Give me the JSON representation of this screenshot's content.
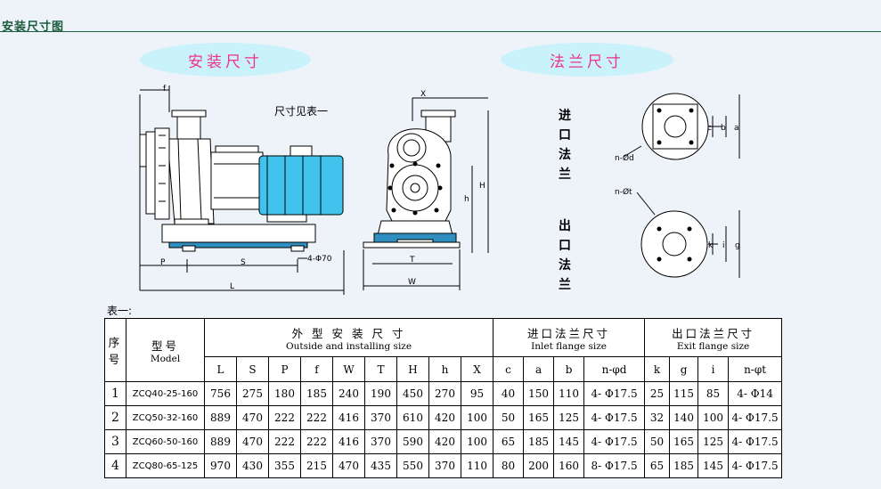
{
  "header": {
    "title": "安装尺寸图"
  },
  "section_labels": {
    "install": "安装尺寸",
    "flange": "法兰尺寸"
  },
  "drawing_labels": {
    "see_table": "尺寸见表一",
    "f": "f",
    "P": "P",
    "S": "S",
    "L": "L",
    "anchor": "4-Φ70",
    "X": "X",
    "H": "H",
    "h": "h",
    "T": "T",
    "W": "W",
    "inlet_flange": "进口法兰",
    "outlet_flange": "出口法兰",
    "n_phi_d": "n-Ød",
    "n_phi_t": "n-Øt",
    "c": "c",
    "b": "b",
    "a": "a",
    "k": "k",
    "i": "i",
    "g": "g"
  },
  "table": {
    "caption": "表一:",
    "col_seq": "序号",
    "col_model_cn": "型号",
    "col_model_en": "Model",
    "group_outside_cn": "外 型 安 装 尺 寸",
    "group_outside_en": "Outside and installing size",
    "group_inlet_cn": "进口法兰尺寸",
    "group_inlet_en": "Inlet flange size",
    "group_exit_cn": "出口法兰尺寸",
    "group_exit_en": "Exit flange size",
    "dim_headers": [
      "L",
      "S",
      "P",
      "f",
      "W",
      "T",
      "H",
      "h",
      "X",
      "c",
      "a",
      "b",
      "n-φd",
      "k",
      "g",
      "i",
      "n-φt"
    ],
    "rows": [
      {
        "seq": "1",
        "model": "ZCQ40-25-160",
        "values": [
          "756",
          "275",
          "180",
          "185",
          "240",
          "190",
          "450",
          "270",
          "95",
          "40",
          "150",
          "110",
          "4- Φ17.5",
          "25",
          "115",
          "85",
          "4- Φ14"
        ]
      },
      {
        "seq": "2",
        "model": "ZCQ50-32-160",
        "values": [
          "889",
          "470",
          "222",
          "222",
          "416",
          "370",
          "610",
          "420",
          "100",
          "50",
          "165",
          "125",
          "4- Φ17.5",
          "32",
          "140",
          "100",
          "4- Φ17.5"
        ]
      },
      {
        "seq": "3",
        "model": "ZCQ60-50-160",
        "values": [
          "889",
          "470",
          "222",
          "222",
          "416",
          "370",
          "590",
          "420",
          "100",
          "65",
          "185",
          "145",
          "4- Φ17.5",
          "50",
          "165",
          "125",
          "4- Φ17.5"
        ]
      },
      {
        "seq": "4",
        "model": "ZCQ80-65-125",
        "values": [
          "970",
          "430",
          "355",
          "215",
          "470",
          "435",
          "550",
          "370",
          "110",
          "80",
          "200",
          "160",
          "8- Φ17.5",
          "65",
          "185",
          "145",
          "4- Φ17.5"
        ]
      }
    ]
  },
  "colors": {
    "header_text": "#1a5a3c",
    "pill_bg": "#c9f2fb",
    "pill_text": "#f0328c",
    "motor": "#3fc3ec",
    "base": "#2f8fc0"
  }
}
